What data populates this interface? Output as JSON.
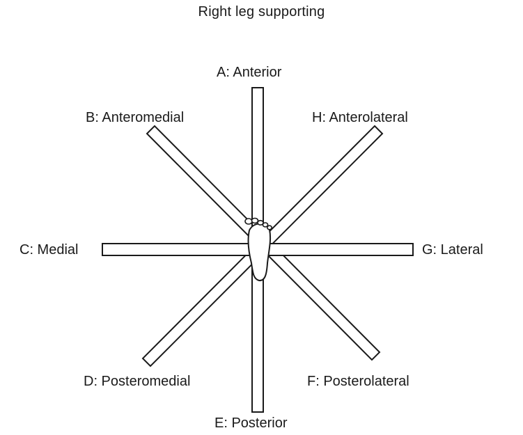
{
  "title": "Right leg supporting",
  "directions": {
    "anterior": "A: Anterior",
    "anteromedial": "B: Anteromedial",
    "medial": "C: Medial",
    "posteromedial": "D: Posteromedial",
    "posterior": "E: Posterior",
    "posterolateral": "F: Posterolateral",
    "lateral": "G: Lateral",
    "anterolateral": "H: Anterolateral"
  },
  "colors": {
    "stroke": "#1a1a1a",
    "fill": "#ffffff"
  },
  "icons": {
    "center": "right-foot-icon"
  }
}
